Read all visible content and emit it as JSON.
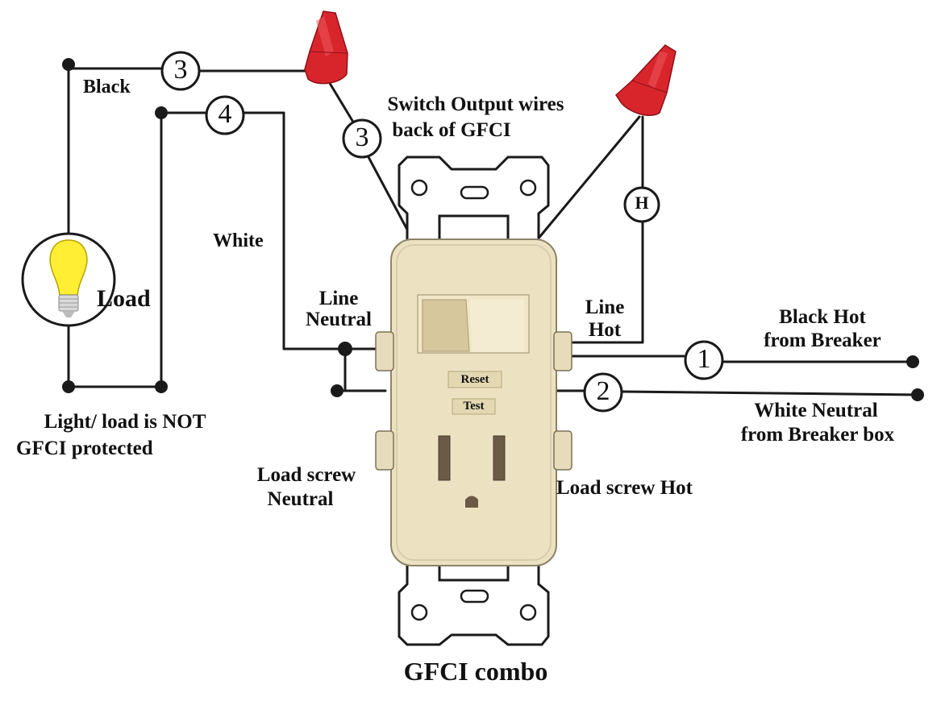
{
  "title": "GFCI combo",
  "colors": {
    "wire": "#1a1a1a",
    "wire_nut": "#d8252c",
    "device_body": "#ece2c2",
    "device_edge": "#8c8266",
    "bulb": "#ffee33",
    "button_fill": "#e3d8b2"
  },
  "labels": {
    "black": "Black",
    "white": "White",
    "load": "Load",
    "switch_output_1": "Switch Output wires",
    "switch_output_2": "back of GFCI",
    "line_neutral_1": "Line",
    "line_neutral_2": "Neutral",
    "line_hot_1": "Line",
    "line_hot_2": "Hot",
    "black_hot_1": "Black Hot",
    "black_hot_2": "from Breaker",
    "white_neutral_1": "White Neutral",
    "white_neutral_2": "from Breaker box",
    "not_protected_1": "Light/ load is NOT",
    "not_protected_2": "GFCI protected",
    "load_screw_neutral_1": "Load screw",
    "load_screw_neutral_2": "Neutral",
    "load_screw_hot": "Load screw Hot"
  },
  "buttons": {
    "reset": "Reset",
    "test": "Test"
  },
  "badges": {
    "wire1": "1",
    "wire2": "2",
    "wire3_top": "3",
    "wire3_switch": "3",
    "wire4": "4",
    "hot": "H"
  },
  "icons": {
    "bulb": "light-bulb-icon",
    "wire_nut": "wire-nut-icon",
    "switch": "rocker-switch-icon",
    "outlet": "outlet-receptacle-icon"
  }
}
